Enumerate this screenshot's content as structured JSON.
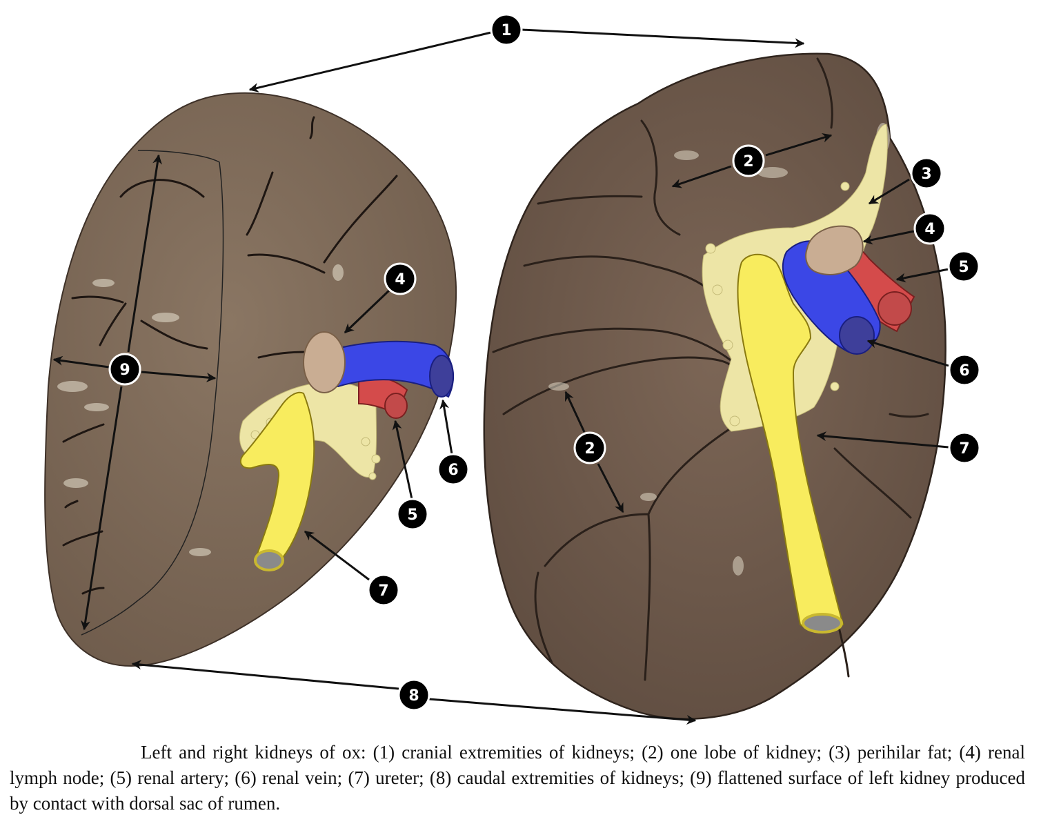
{
  "figure": {
    "labels": {
      "cranial": "1",
      "lobe_right_top": "2",
      "lobe_right_bottom": "2",
      "perihilar_fat": "3",
      "lymph_left": "4",
      "lymph_right": "4",
      "artery_left": "5",
      "artery_right": "5",
      "vein_left": "6",
      "vein_right": "6",
      "ureter_left": "7",
      "ureter_right": "7",
      "caudal": "8",
      "flattened": "9"
    },
    "colors": {
      "kidney": "#7f6a58",
      "kidney_dark": "#5d4b3e",
      "fat": "#ede5a6",
      "ureter": "#f8ec5e",
      "vein": "#3b47e6",
      "artery": "#d44b4b",
      "lymph_node": "#c9ad93",
      "badge": "#000000"
    }
  },
  "caption": {
    "text": "Left and right kidneys of ox: (1) cranial extremities of kidneys; (2) one lobe of kidney; (3) perihilar fat; (4) renal lymph node; (5) renal artery; (6) renal vein; (7) ureter; (8) caudal extremities of kidneys; (9) flattened surface of left kidney produced by contact with dorsal sac of rumen."
  }
}
